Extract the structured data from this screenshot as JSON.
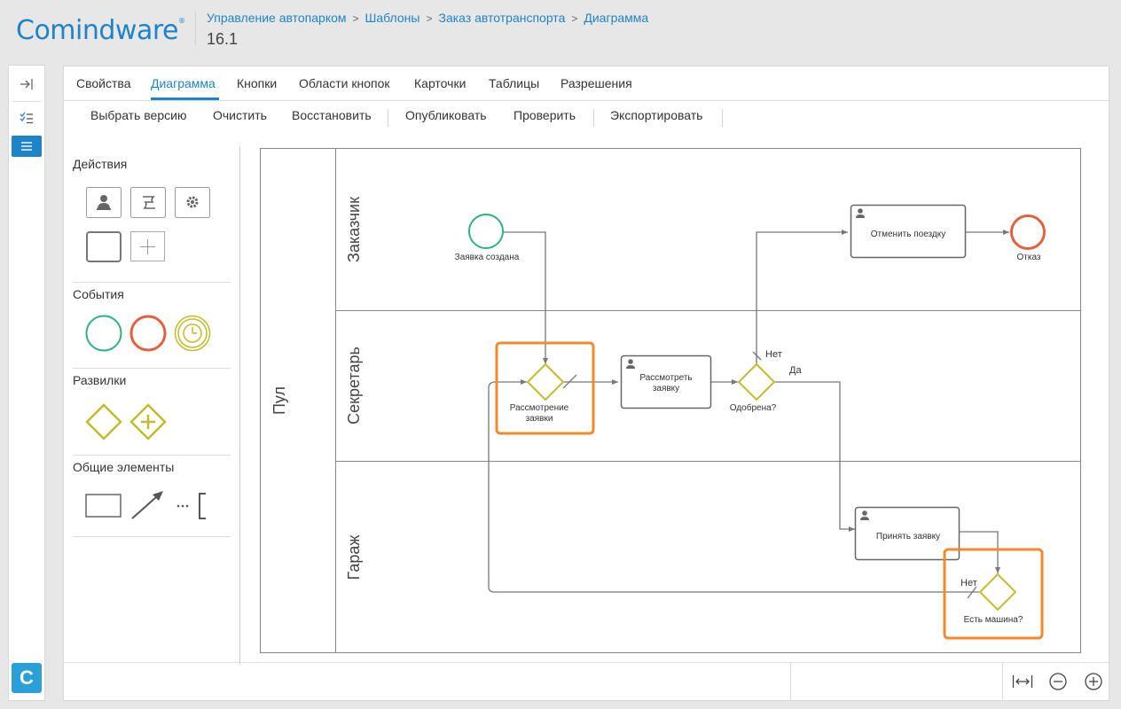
{
  "app": {
    "logo_text": "Comindware",
    "logo_mark": "®"
  },
  "breadcrumb": {
    "items": [
      "Управление автопарком",
      "Шаблоны",
      "Заказ автотранспорта",
      "Диаграмма"
    ],
    "separator": ">",
    "version": "16.1"
  },
  "leftbar": {
    "icons": [
      "collapse-panel-icon",
      "checklist-icon",
      "menu-list-icon"
    ],
    "logo_letter": "C"
  },
  "tabs": [
    {
      "label": "Свойства"
    },
    {
      "label": "Диаграмма",
      "active": true
    },
    {
      "label": "Кнопки"
    },
    {
      "label": "Области кнопок"
    },
    {
      "label": "Карточки"
    },
    {
      "label": "Таблицы"
    },
    {
      "label": "Разрешения"
    }
  ],
  "toolbar": {
    "select_version": "Выбрать версию",
    "clear": "Очистить",
    "restore": "Восстановить",
    "publish": "Опубликовать",
    "check": "Проверить",
    "export": "Экспортировать"
  },
  "palette": {
    "actions_title": "Действия",
    "events_title": "События",
    "gateways_title": "Развилки",
    "common_title": "Общие элементы"
  },
  "diagram": {
    "pool_label": "Пул",
    "lanes": [
      "Заказчик",
      "Секретарь",
      "Гараж"
    ],
    "start_event": "Заявка создана",
    "end_event": "Отказ",
    "task_cancel": "Отменить поездку",
    "gateway_review_line1": "Рассмотрение",
    "gateway_review_line2": "заявки",
    "task_review_line1": "Рассмотреть",
    "task_review_line2": "заявку",
    "gateway_approved": "Одобрена?",
    "label_no_1": "Нет",
    "label_yes": "Да",
    "task_accept": "Принять заявку",
    "gateway_car": "Есть машина?",
    "label_no_2": "Нет"
  },
  "colors": {
    "accent": "#1e84c7",
    "start_event": "#2fb37d",
    "end_event": "#e0623e",
    "gateway": "#c2bb2d",
    "highlight": "#f08a2c"
  }
}
